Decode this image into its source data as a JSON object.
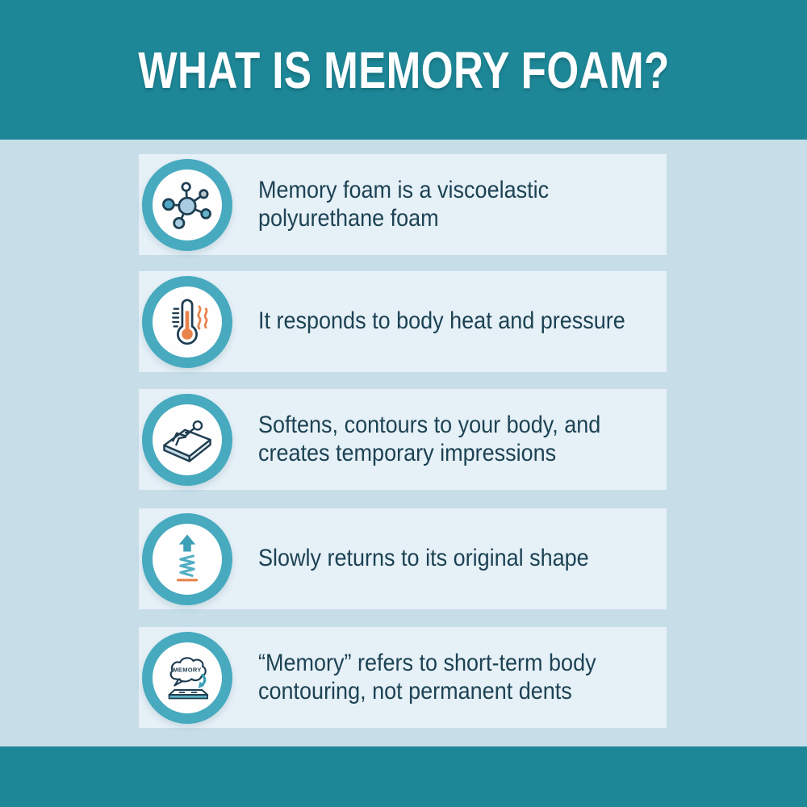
{
  "header": {
    "title": "WHAT IS MEMORY FOAM?"
  },
  "rows": [
    {
      "icon": "molecule-icon",
      "text": "Memory foam is a viscoelastic polyurethane foam",
      "lines": [
        "Memory foam is a viscoelastic",
        "polyurethane foam"
      ]
    },
    {
      "icon": "thermometer-heat-icon",
      "text": "It responds to body heat and pressure",
      "lines": [
        "It responds to body heat and pressure"
      ]
    },
    {
      "icon": "person-on-mattress-icon",
      "text": "Softens, contours to your body, and creates temporary impressions",
      "lines": [
        "Softens, contours to your body, and",
        "creates temporary impressions"
      ]
    },
    {
      "icon": "spring-rebound-icon",
      "text": "Slowly returns to its original shape",
      "lines": [
        "Slowly returns to its original shape"
      ]
    },
    {
      "icon": "memory-cloud-mattress-icon",
      "text": "“Memory” refers to short-term body contouring, not permanent dents",
      "lines": [
        "“Memory” refers to short-term body",
        "contouring, not permanent dents"
      ]
    }
  ],
  "icon_labels": {
    "memory_cloud_text": "MEMORY"
  },
  "colors": {
    "band_teal": "#1E8797",
    "ring_teal": "#47AABF",
    "background_blue": "#C7DEE9",
    "panel_blue": "#E6F0F7",
    "text_navy": "#1C4253",
    "outline_navy": "#1E3D50",
    "accent_orange": "#E8834C",
    "accent_teal": "#3DA0B8"
  }
}
